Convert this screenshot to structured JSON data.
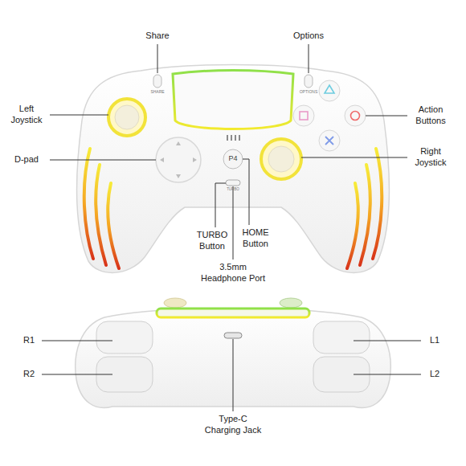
{
  "diagram": {
    "labels": [
      "Share",
      "Options",
      "Left Joystick",
      "Action Buttons",
      "D-pad",
      "Right Joystick",
      "SHARE",
      "OPTIONS",
      "P4",
      "TURBO",
      "TURBO Button",
      "HOME Button",
      "3.5mm Headphone Port",
      "R1",
      "L1",
      "R2",
      "L2",
      "Type-C Charging Jack"
    ]
  }
}
